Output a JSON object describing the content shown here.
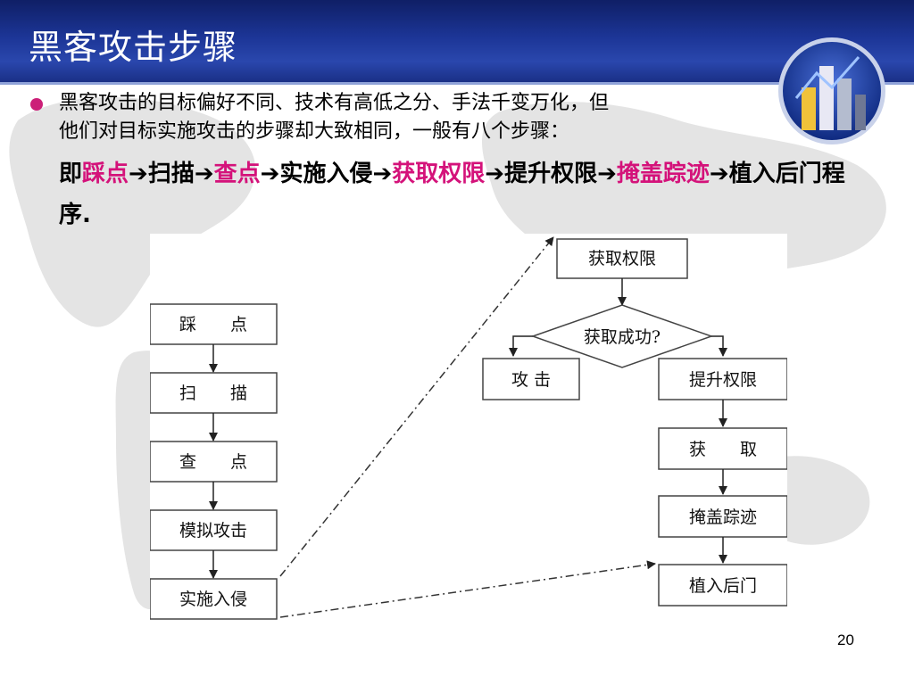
{
  "slide": {
    "title": "黑客攻击步骤",
    "page_number": "20",
    "bullet": {
      "line1": "黑客攻击的目标偏好不同、技术有高低之分、手法千变万化，但",
      "line2": "他们对目标实施攻击的步骤却大致相同，一般有八个步骤："
    },
    "steps": {
      "prefix": "即",
      "s1": "踩点",
      "s2": "扫描",
      "s3": "查点",
      "s4": "实施入侵",
      "s5": "获取权限",
      "s6": "提升权限",
      "s7": "掩盖踪迹",
      "s8": "植入后门程序",
      "arrow": "➔",
      "end": "."
    }
  },
  "flowchart": {
    "left": [
      "踩　　点",
      "扫　　描",
      "查　　点",
      "模拟攻击",
      "实施入侵"
    ],
    "right": {
      "top": "获取权限",
      "decision": "获取成功?",
      "no_branch": "攻 击",
      "yes_branch": "提升权限",
      "chain": [
        "获　　取",
        "掩盖踪迹",
        "植入后门"
      ]
    }
  },
  "colors": {
    "header": "#1c3596",
    "highlight": "#d4127a",
    "bullet": "#cc1f78"
  }
}
